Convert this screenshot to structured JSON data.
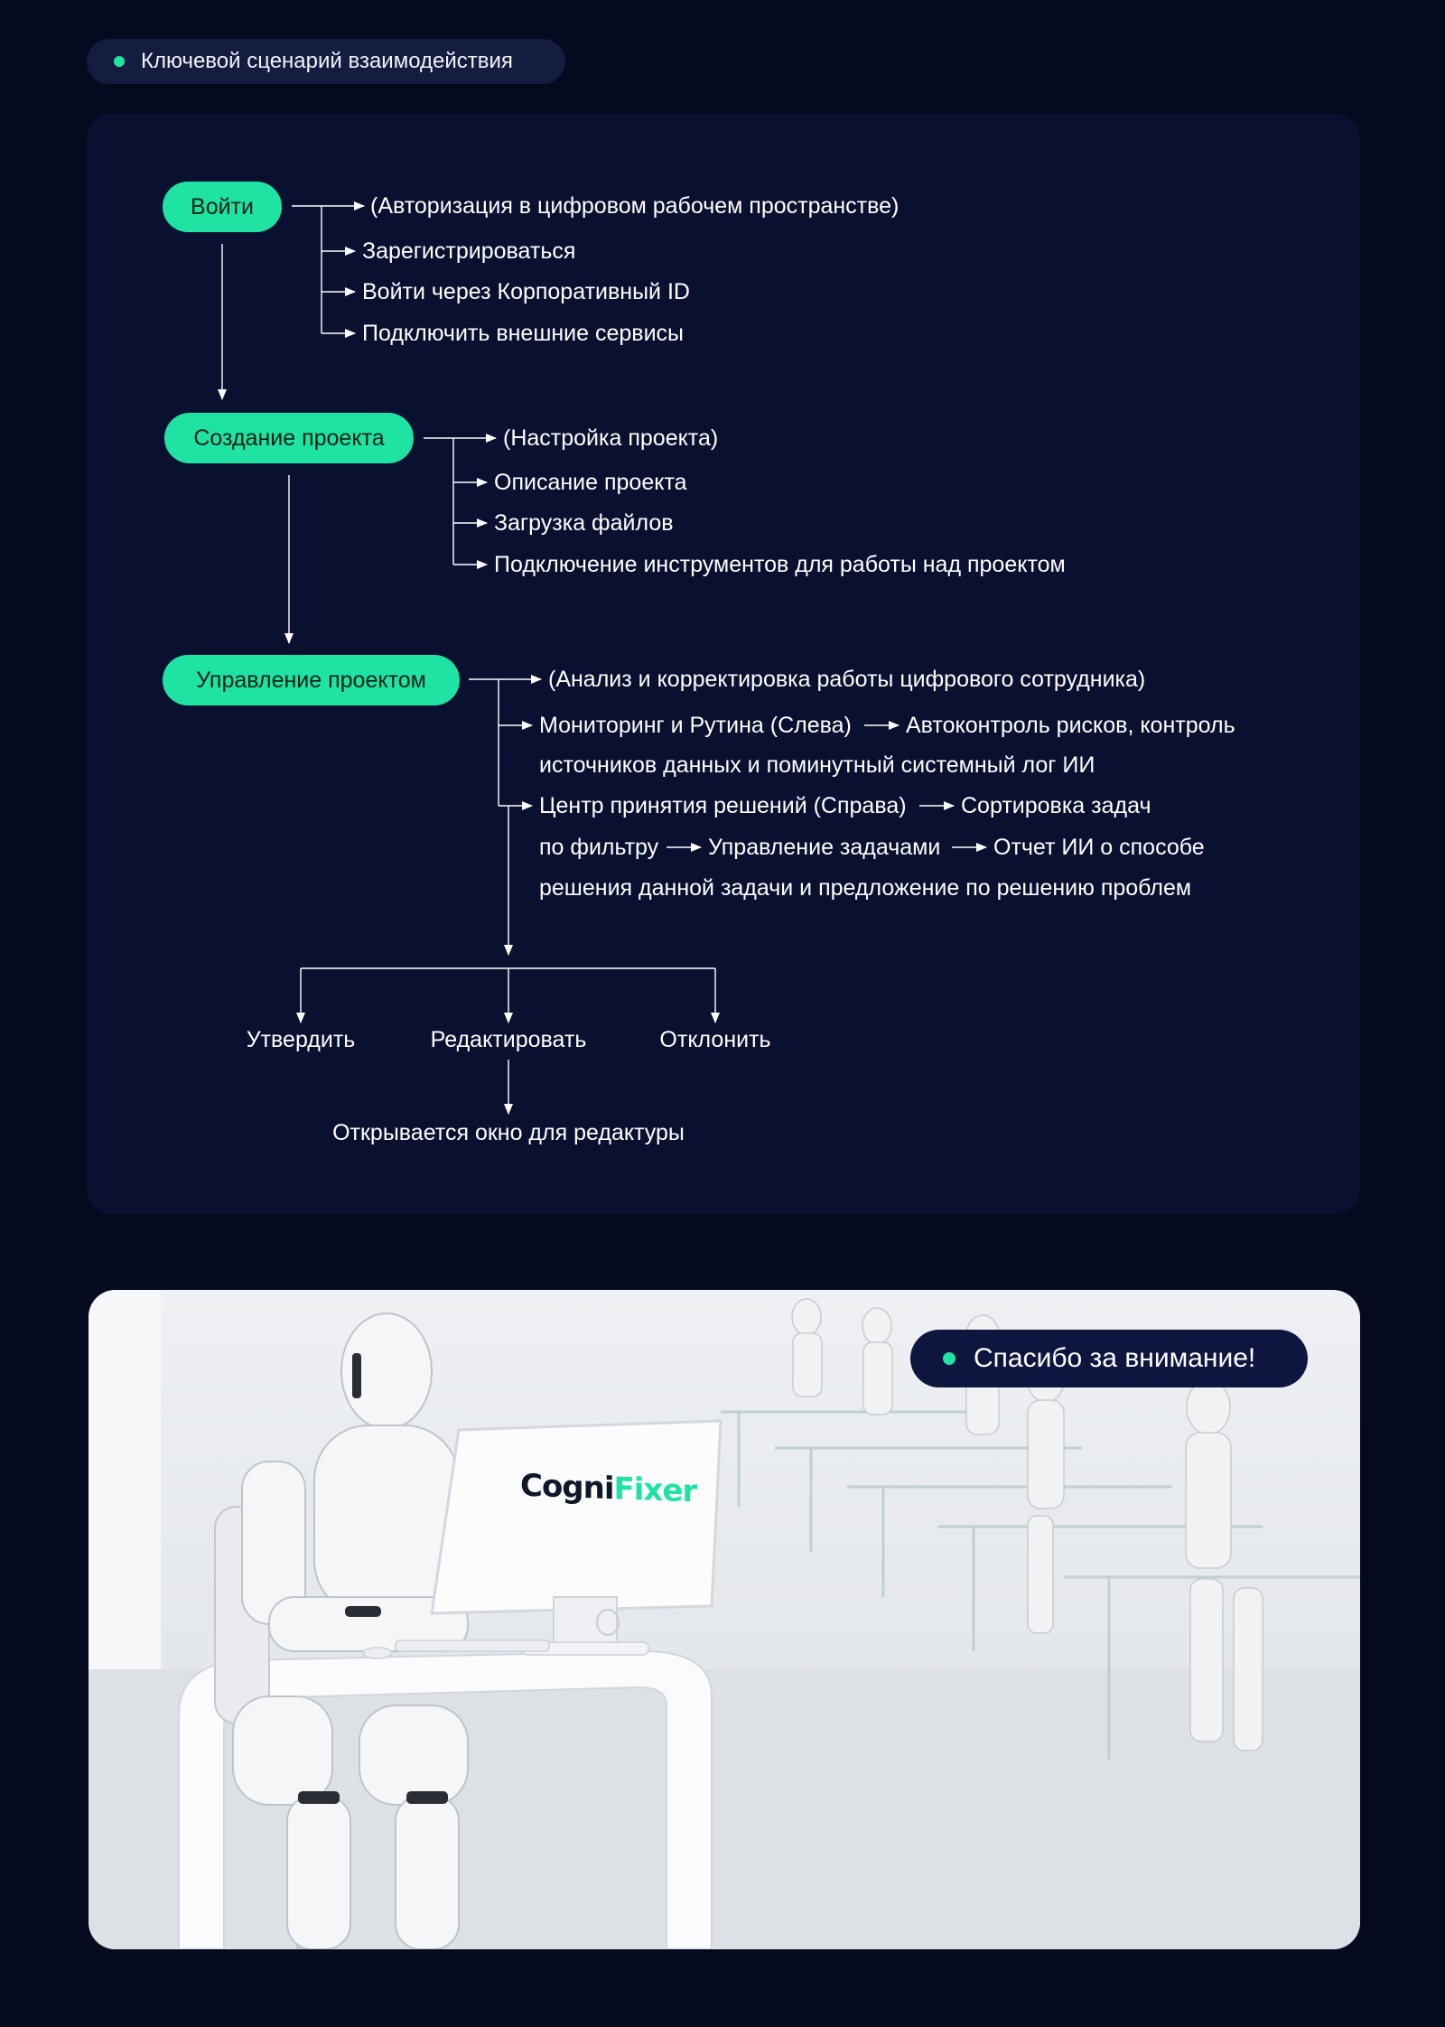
{
  "header": {
    "label": "Ключевой сценарий взаимодействия"
  },
  "flow": {
    "login": {
      "label": "Войти",
      "note": "(Авторизация в цифровом рабочем пространстве)",
      "items": [
        "Зарегистрироваться",
        "Войти через Корпоративный ID",
        "Подключить внешние сервисы"
      ]
    },
    "create": {
      "label": "Создание проекта",
      "note": "(Настройка проекта)",
      "items": [
        "Описание проекта",
        "Загрузка файлов",
        "Подключение инструментов для работы над проектом"
      ]
    },
    "manage": {
      "label": "Управление проектом",
      "note": "(Анализ и корректировка работы цифрового сотрудника)",
      "monitor": {
        "line1_a": "Мониторинг и Рутина (Слева)",
        "line1_b": "Автоконтроль рисков, контроль",
        "line2": "источников данных и поминутный системный лог ИИ"
      },
      "decision": {
        "line1_a": "Центр принятия решений (Справа)",
        "line1_b": "Сортировка задач",
        "line2_a": "по фильтру",
        "line2_b": "Управление задачами",
        "line2_c": "Отчет ИИ о способе",
        "line3": "решения данной задачи и предложение по решению проблем"
      }
    },
    "actions": {
      "approve": "Утвердить",
      "edit": "Редактировать",
      "reject": "Отклонить",
      "edit_result": "Открывается окно для редактуры"
    }
  },
  "photo": {
    "thanks": "Спасибо за внимание!",
    "logo_part1": "Cogni",
    "logo_part2": "Fixer"
  },
  "colors": {
    "background": "#050A1F",
    "card": "#0A1030",
    "accent": "#1FE3A2",
    "pill_dark": "#141C40"
  }
}
